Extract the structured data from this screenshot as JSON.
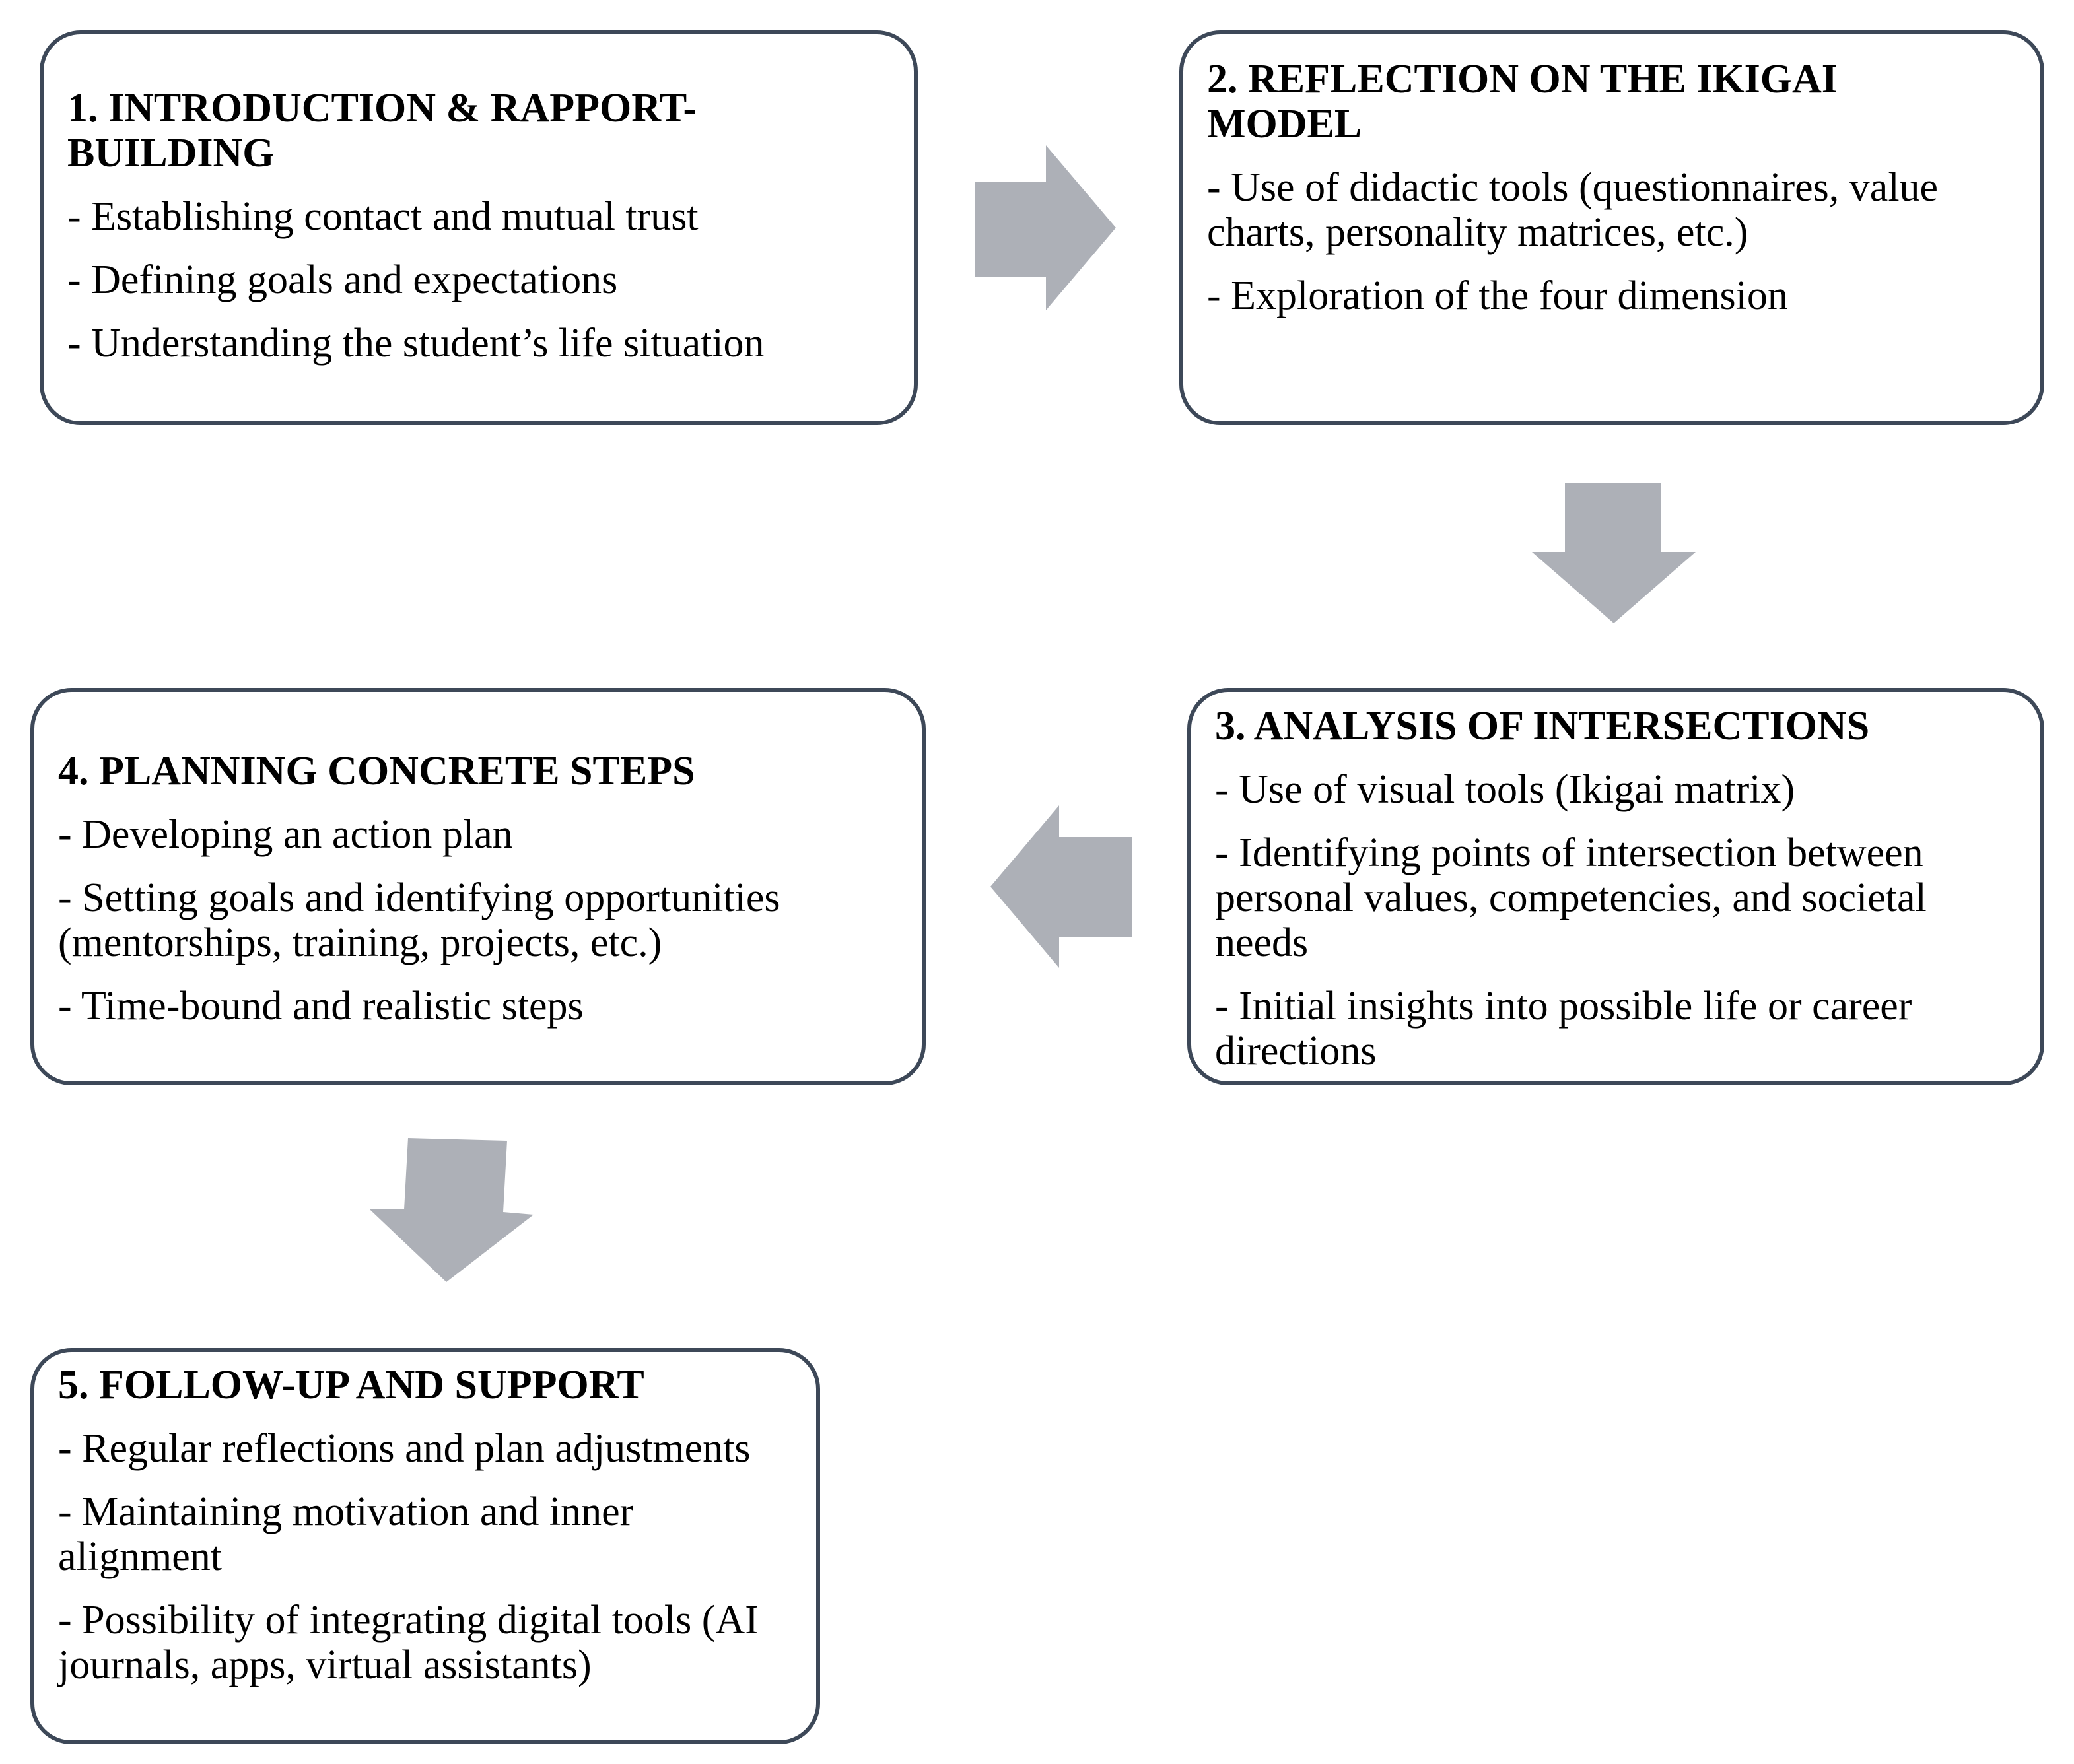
{
  "steps": [
    {
      "title": "1. INTRODUCTION & RAPPORT-BUILDING",
      "items": [
        "- Establishing contact and mutual trust",
        "- Defining goals and expectations",
        "- Understanding the student’s life situation"
      ]
    },
    {
      "title": "2. REFLECTION ON THE IKIGAI MODEL",
      "items": [
        "- Use of didactic tools (questionnaires, value charts, personality matrices, etc.)",
        "- Exploration of the four dimension"
      ]
    },
    {
      "title": "3. ANALYSIS OF INTERSECTIONS",
      "items": [
        "- Use of visual tools (Ikigai matrix)",
        "- Identifying points of intersection between personal values, competencies, and societal needs",
        "- Initial insights into possible life or career directions"
      ]
    },
    {
      "title": "4. PLANNING CONCRETE STEPS",
      "items": [
        "- Developing an action plan",
        "- Setting goals and identifying opportunities (mentorships, training, projects, etc.)",
        "- Time-bound and realistic steps"
      ]
    },
    {
      "title": "5. FOLLOW-UP AND SUPPORT",
      "items": [
        "- Regular reflections and plan adjustments",
        "- Maintaining motivation and inner alignment",
        "- Possibility of integrating digital tools (AI journals, apps, virtual assistants)"
      ]
    }
  ],
  "colors": {
    "border": "#3d4858",
    "arrow": "#adb0b7"
  }
}
